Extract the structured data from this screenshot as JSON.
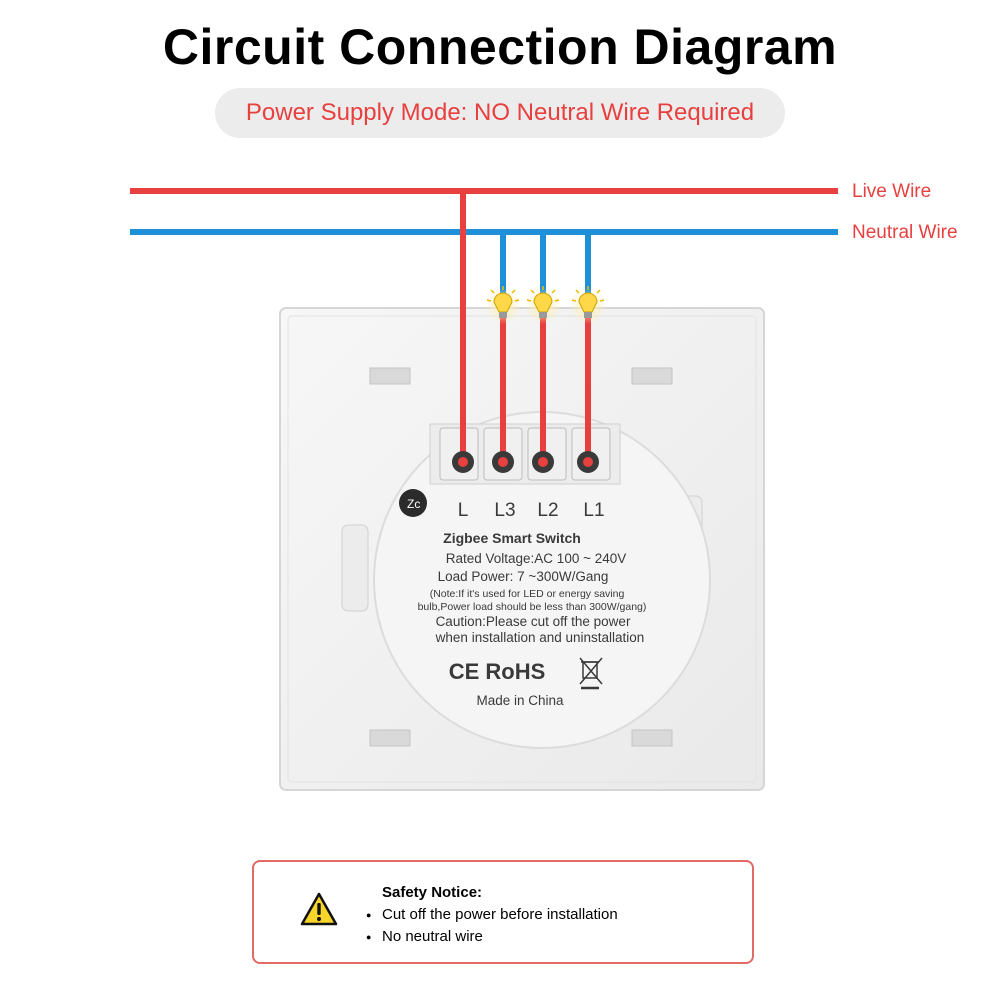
{
  "title": "Circuit Connection Diagram",
  "power_mode": "Power Supply Mode: NO Neutral Wire Required",
  "wires": {
    "live_label": "Live Wire",
    "neutral_label": "Neutral Wire",
    "live_color": "#e8403f",
    "neutral_color": "#1e90d8"
  },
  "terminals": [
    "L",
    "L3",
    "L2",
    "L1"
  ],
  "module": {
    "name": "Zigbee Smart Switch",
    "rated_voltage": "Rated Voltage:AC 100 ~ 240V",
    "load_power": "Load Power: 7 ~300W/Gang",
    "note_line1": "(Note:If it's used for LED or energy saving",
    "note_line2": "bulb,Power load should be less than 300W/gang)",
    "caution_line1": "Caution:Please cut off the power",
    "caution_line2": "when installation and uninstallation",
    "certifications": "CE RoHS",
    "made_in": "Made in China",
    "logo_text": "Zc"
  },
  "safety_notice": {
    "title": "Safety Notice:",
    "items": [
      "Cut off the power before installation",
      "No neutral wire"
    ],
    "icon": "warning-triangle-icon"
  }
}
